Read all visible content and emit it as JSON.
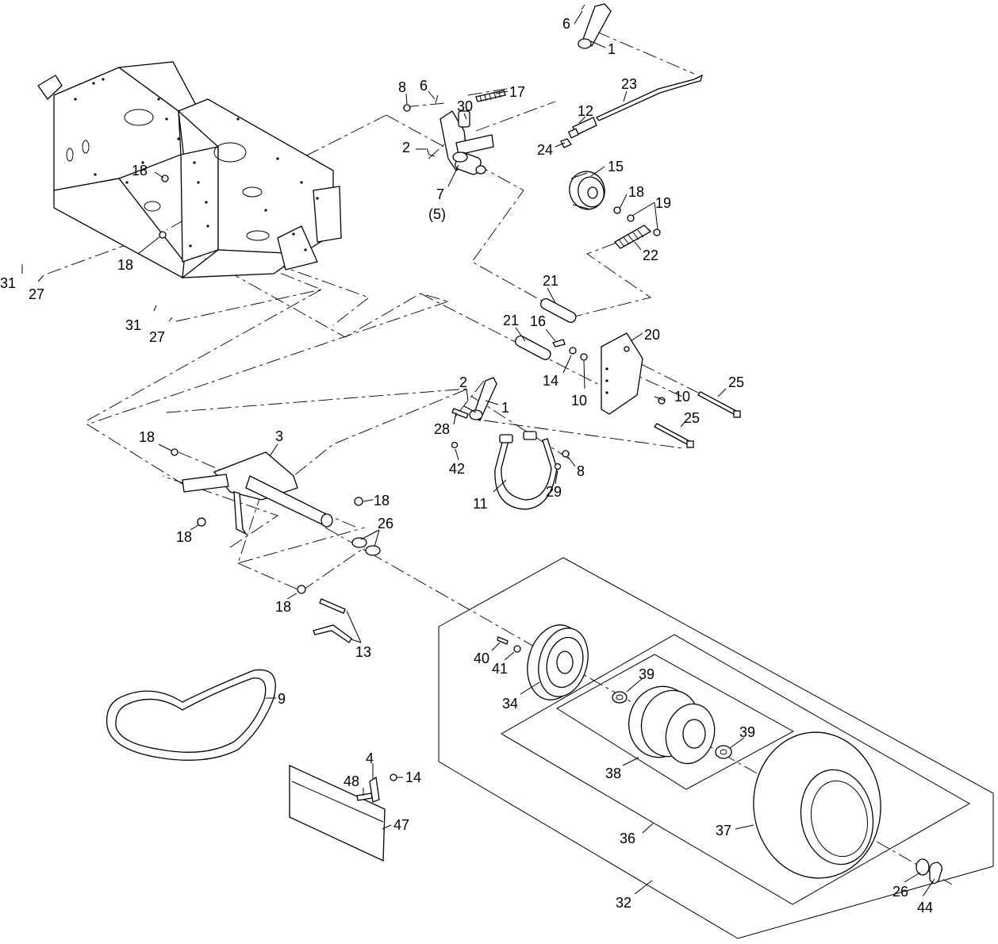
{
  "callouts": [
    {
      "id": "c6a",
      "text": "6"
    },
    {
      "id": "c1a",
      "text": "1"
    },
    {
      "id": "c23",
      "text": "23"
    },
    {
      "id": "c8a",
      "text": "8"
    },
    {
      "id": "c6b",
      "text": "6"
    },
    {
      "id": "c17",
      "text": "17"
    },
    {
      "id": "c30",
      "text": "30"
    },
    {
      "id": "c12",
      "text": "12"
    },
    {
      "id": "c2a",
      "text": "2"
    },
    {
      "id": "c24",
      "text": "24"
    },
    {
      "id": "c18a",
      "text": "18"
    },
    {
      "id": "c15",
      "text": "15"
    },
    {
      "id": "c7",
      "text": "7"
    },
    {
      "id": "c5",
      "text": "(5)"
    },
    {
      "id": "c18b",
      "text": "18"
    },
    {
      "id": "c19",
      "text": "19"
    },
    {
      "id": "c18c",
      "text": "18"
    },
    {
      "id": "c22",
      "text": "22"
    },
    {
      "id": "c31a",
      "text": "31"
    },
    {
      "id": "c27a",
      "text": "27"
    },
    {
      "id": "c21a",
      "text": "21"
    },
    {
      "id": "c31b",
      "text": "31"
    },
    {
      "id": "c27b",
      "text": "27"
    },
    {
      "id": "c21b",
      "text": "21"
    },
    {
      "id": "c16",
      "text": "16"
    },
    {
      "id": "c20",
      "text": "20"
    },
    {
      "id": "c14a",
      "text": "14"
    },
    {
      "id": "c10a",
      "text": "10"
    },
    {
      "id": "c10b",
      "text": "10"
    },
    {
      "id": "c25a",
      "text": "25"
    },
    {
      "id": "c2b",
      "text": "2"
    },
    {
      "id": "c1b",
      "text": "1"
    },
    {
      "id": "c28",
      "text": "28"
    },
    {
      "id": "c25b",
      "text": "25"
    },
    {
      "id": "c18d",
      "text": "18"
    },
    {
      "id": "c3",
      "text": "3"
    },
    {
      "id": "c42",
      "text": "42"
    },
    {
      "id": "c8b",
      "text": "8"
    },
    {
      "id": "c29",
      "text": "29"
    },
    {
      "id": "c11",
      "text": "11"
    },
    {
      "id": "c18e",
      "text": "18"
    },
    {
      "id": "c26a",
      "text": "26"
    },
    {
      "id": "c18f",
      "text": "18"
    },
    {
      "id": "c18g",
      "text": "18"
    },
    {
      "id": "c13",
      "text": "13"
    },
    {
      "id": "c40",
      "text": "40"
    },
    {
      "id": "c41",
      "text": "41"
    },
    {
      "id": "c39a",
      "text": "39"
    },
    {
      "id": "c9",
      "text": "9"
    },
    {
      "id": "c34",
      "text": "34"
    },
    {
      "id": "c39b",
      "text": "39"
    },
    {
      "id": "c4",
      "text": "4"
    },
    {
      "id": "c48",
      "text": "48"
    },
    {
      "id": "c14b",
      "text": "14"
    },
    {
      "id": "c38",
      "text": "38"
    },
    {
      "id": "c47",
      "text": "47"
    },
    {
      "id": "c36",
      "text": "36"
    },
    {
      "id": "c37",
      "text": "37"
    },
    {
      "id": "c26b",
      "text": "26"
    },
    {
      "id": "c44",
      "text": "44"
    },
    {
      "id": "c32",
      "text": "32"
    }
  ]
}
